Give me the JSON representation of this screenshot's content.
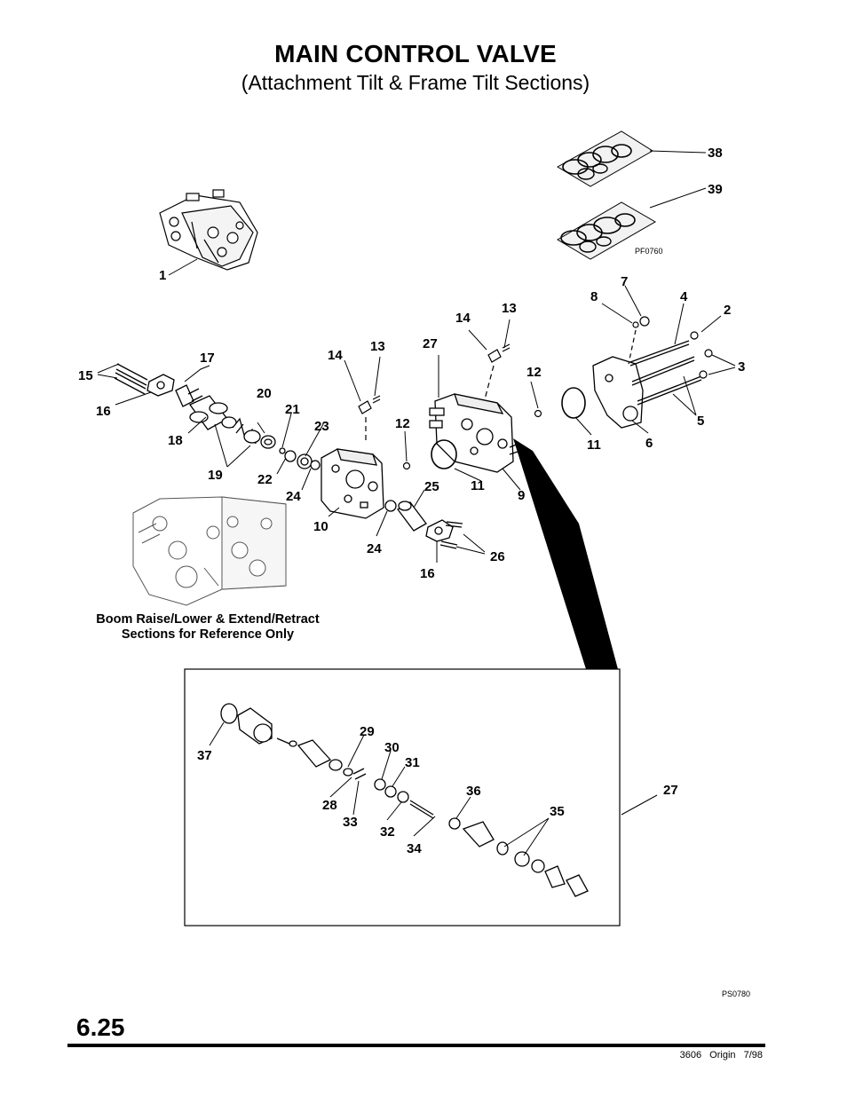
{
  "header": {
    "title": "MAIN CONTROL VALVE",
    "subtitle": "(Attachment Tilt & Frame Tilt Sections)"
  },
  "diagram": {
    "callouts": [
      {
        "id": "c1",
        "label": "1"
      },
      {
        "id": "c2",
        "label": "2"
      },
      {
        "id": "c3",
        "label": "3"
      },
      {
        "id": "c4",
        "label": "4"
      },
      {
        "id": "c5",
        "label": "5"
      },
      {
        "id": "c6",
        "label": "6"
      },
      {
        "id": "c7",
        "label": "7"
      },
      {
        "id": "c8",
        "label": "8"
      },
      {
        "id": "c9",
        "label": "9"
      },
      {
        "id": "c10",
        "label": "10"
      },
      {
        "id": "c11a",
        "label": "11"
      },
      {
        "id": "c11b",
        "label": "11"
      },
      {
        "id": "c12a",
        "label": "12"
      },
      {
        "id": "c12b",
        "label": "12"
      },
      {
        "id": "c13a",
        "label": "13"
      },
      {
        "id": "c13b",
        "label": "13"
      },
      {
        "id": "c14a",
        "label": "14"
      },
      {
        "id": "c14b",
        "label": "14"
      },
      {
        "id": "c15",
        "label": "15"
      },
      {
        "id": "c16a",
        "label": "16"
      },
      {
        "id": "c16b",
        "label": "16"
      },
      {
        "id": "c17",
        "label": "17"
      },
      {
        "id": "c18",
        "label": "18"
      },
      {
        "id": "c19",
        "label": "19"
      },
      {
        "id": "c20",
        "label": "20"
      },
      {
        "id": "c21",
        "label": "21"
      },
      {
        "id": "c22",
        "label": "22"
      },
      {
        "id": "c23",
        "label": "23"
      },
      {
        "id": "c24a",
        "label": "24"
      },
      {
        "id": "c24b",
        "label": "24"
      },
      {
        "id": "c25",
        "label": "25"
      },
      {
        "id": "c26",
        "label": "26"
      },
      {
        "id": "c27a",
        "label": "27"
      },
      {
        "id": "c27b",
        "label": "27"
      },
      {
        "id": "c28",
        "label": "28"
      },
      {
        "id": "c29",
        "label": "29"
      },
      {
        "id": "c30",
        "label": "30"
      },
      {
        "id": "c31",
        "label": "31"
      },
      {
        "id": "c32",
        "label": "32"
      },
      {
        "id": "c33",
        "label": "33"
      },
      {
        "id": "c34",
        "label": "34"
      },
      {
        "id": "c35",
        "label": "35"
      },
      {
        "id": "c36",
        "label": "36"
      },
      {
        "id": "c37",
        "label": "37"
      },
      {
        "id": "c38",
        "label": "38"
      },
      {
        "id": "c39",
        "label": "39"
      }
    ],
    "kit_code": "PF0760",
    "figure_code": "PS0780",
    "reference_note_line1": "Boom Raise/Lower & Extend/Retract",
    "reference_note_line2": "Sections for Reference Only"
  },
  "footer": {
    "page_number": "6.25",
    "doc_info": "3606 Origin 7/98"
  }
}
